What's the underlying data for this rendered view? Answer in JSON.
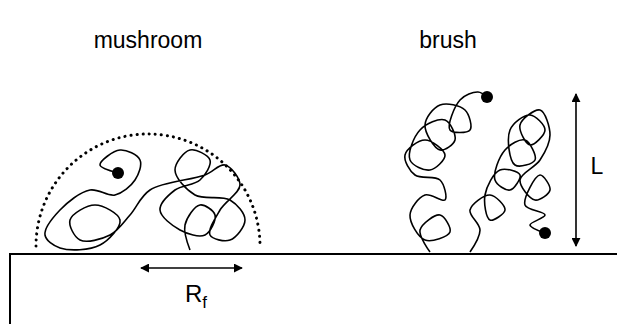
{
  "diagram": {
    "labels": [
      "mushroom",
      "brush",
      "Rf",
      "L"
    ]
  }
}
